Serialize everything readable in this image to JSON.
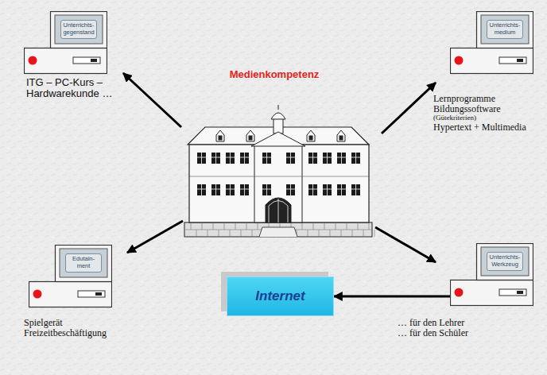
{
  "diagram": {
    "title": "Medienkompetenz",
    "nodes": [
      {
        "text": [
          "Unterrichts-gegenstand",
          "ITG – PC-Kurs – Hardwarekunde …"
        ]
      },
      {
        "text": [
          "Unterrichts-medium",
          "Lernprogramme Bildungssoftware",
          "(Gütekriterien)",
          "Hypertext + Multimedia"
        ]
      },
      {
        "text": [
          "Edutain-ment",
          "Spielgerät Freizeitbeschäftigung"
        ]
      },
      {
        "text": [
          "Internet"
        ]
      },
      {
        "text": [
          "Unterrichts-Werkzeug",
          "… für den Lehrer … für den Schüler"
        ]
      }
    ],
    "edges": [
      {
        "from": 4,
        "to": 3,
        "arrow": "to"
      }
    ]
  }
}
